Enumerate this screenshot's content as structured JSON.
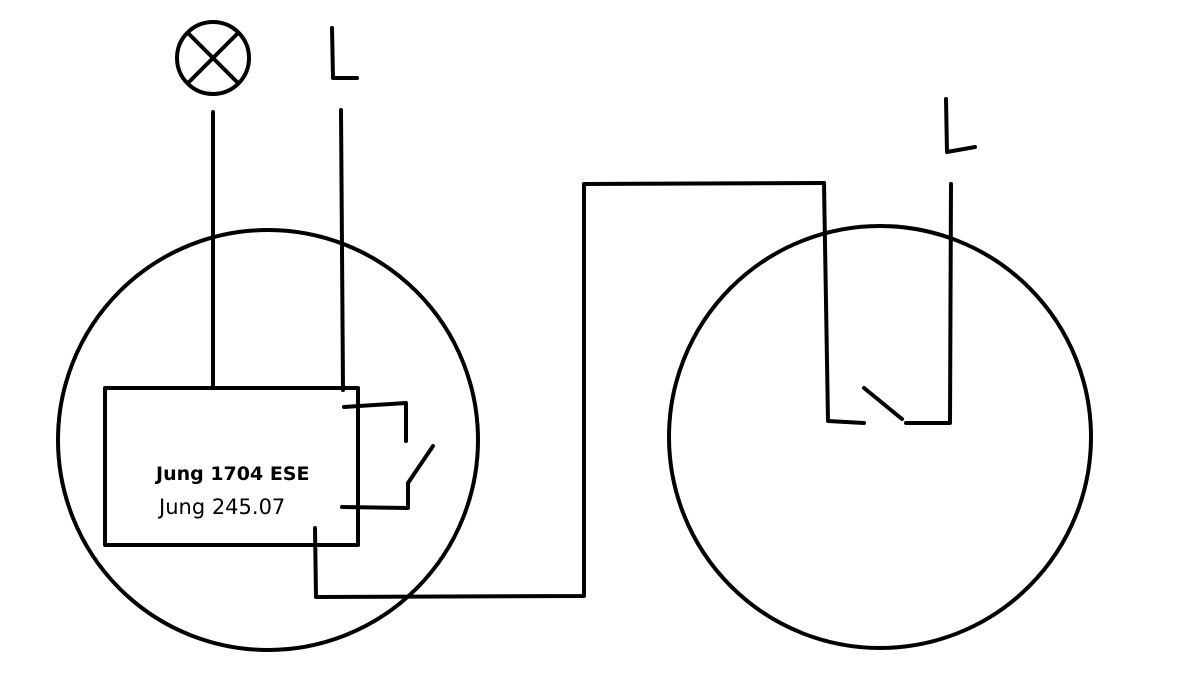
{
  "device": {
    "model_line1": "Jung 1704 ESE",
    "model_line2": "Jung 245.07"
  },
  "phase_labels": {
    "left": "L",
    "right": "L"
  },
  "lamp": {
    "icon": "lamp-icon"
  },
  "colors": {
    "stroke": "#000000",
    "background": "#ffffff"
  }
}
